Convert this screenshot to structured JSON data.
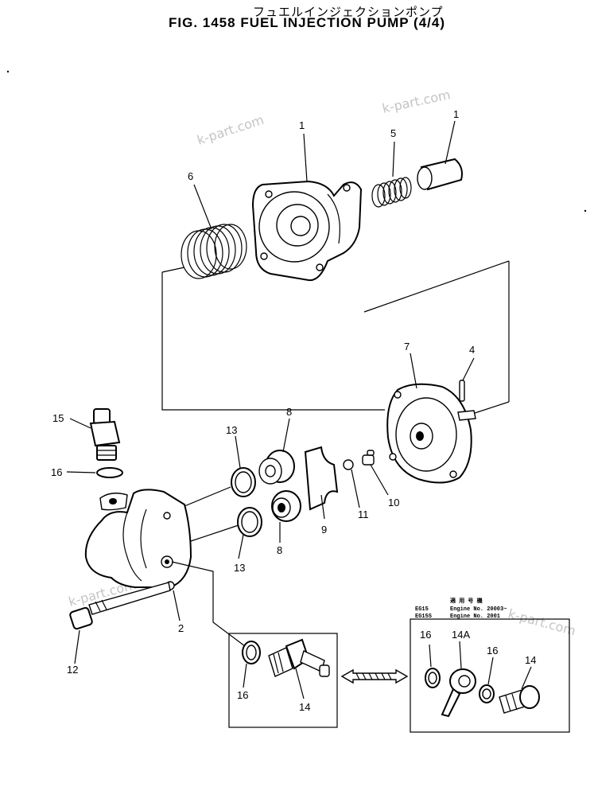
{
  "title": {
    "japanese": "フュエルインジェクションポンプ",
    "english": "FIG. 1458  FUEL INJECTION PUMP (4/4)"
  },
  "callouts": {
    "c1": "1",
    "c2": "2",
    "c4": "4",
    "c5": "5",
    "c6": "6",
    "c7": "7",
    "c8a": "8",
    "c8b": "8",
    "c9": "9",
    "c10": "10",
    "c11": "11",
    "c12": "12",
    "c13a": "13",
    "c13b": "13",
    "c14a": "14",
    "c14b": "14",
    "c14A": "14A",
    "c15": "15",
    "c16a": "16",
    "c16b": "16",
    "c16c": "16",
    "c16d": "16"
  },
  "watermarks": [
    "k-part.com",
    "k-part.com",
    "k-part.com",
    "k-part.com"
  ],
  "applicability": {
    "header": "適 用 号 機",
    "row1_model": "EG15",
    "row1_engine": "Engine  No. 20003~",
    "row2_model": "EG15S",
    "row2_engine": "Engine  No. 2001"
  }
}
